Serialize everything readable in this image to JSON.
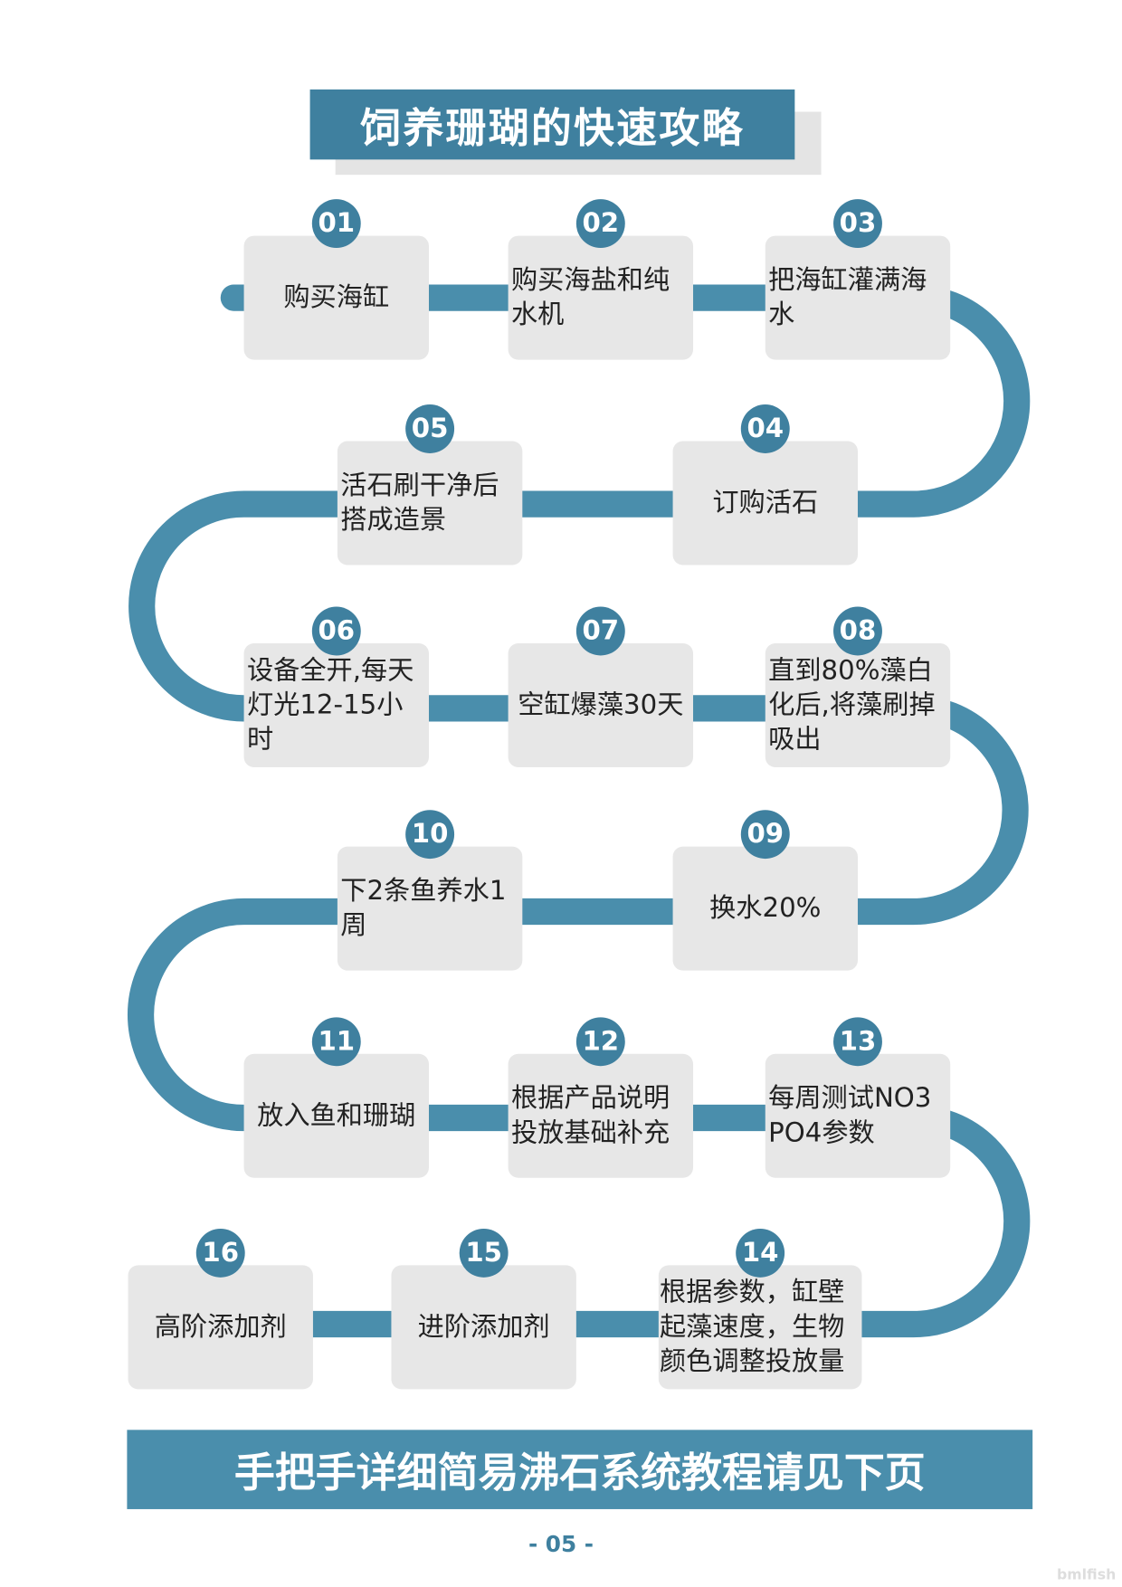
{
  "title": "饲养珊瑚的快速攻略",
  "steps": [
    {
      "num": "01",
      "text": "购买海缸"
    },
    {
      "num": "02",
      "text": "购买海盐和纯水机"
    },
    {
      "num": "03",
      "text": "把海缸灌满海水"
    },
    {
      "num": "04",
      "text": "订购活石"
    },
    {
      "num": "05",
      "text": "活石刷干净后搭成造景"
    },
    {
      "num": "06",
      "text": "设备全开,每天灯光12-15小时"
    },
    {
      "num": "07",
      "text": "空缸爆藻30天"
    },
    {
      "num": "08",
      "text": "直到80%藻白化后,将藻刷掉吸出"
    },
    {
      "num": "09",
      "text": "换水20%"
    },
    {
      "num": "10",
      "text": "下2条鱼养水1周"
    },
    {
      "num": "11",
      "text": "放入鱼和珊瑚"
    },
    {
      "num": "12",
      "text": "根据产品说明投放基础补充"
    },
    {
      "num": "13",
      "text": "每周测试NO3 PO4参数"
    },
    {
      "num": "14",
      "text": "根据参数，缸壁起藻速度，生物颜色调整投放量"
    },
    {
      "num": "15",
      "text": "进阶添加剂"
    },
    {
      "num": "16",
      "text": "高阶添加剂"
    }
  ],
  "banner": "手把手详细简易沸石系统教程请见下页",
  "page_number": "- 05 -",
  "watermark": "bmlfish",
  "colors": {
    "accent": "#3f809f",
    "pipe": "#4a8eac",
    "box": "#e7e7e7"
  }
}
